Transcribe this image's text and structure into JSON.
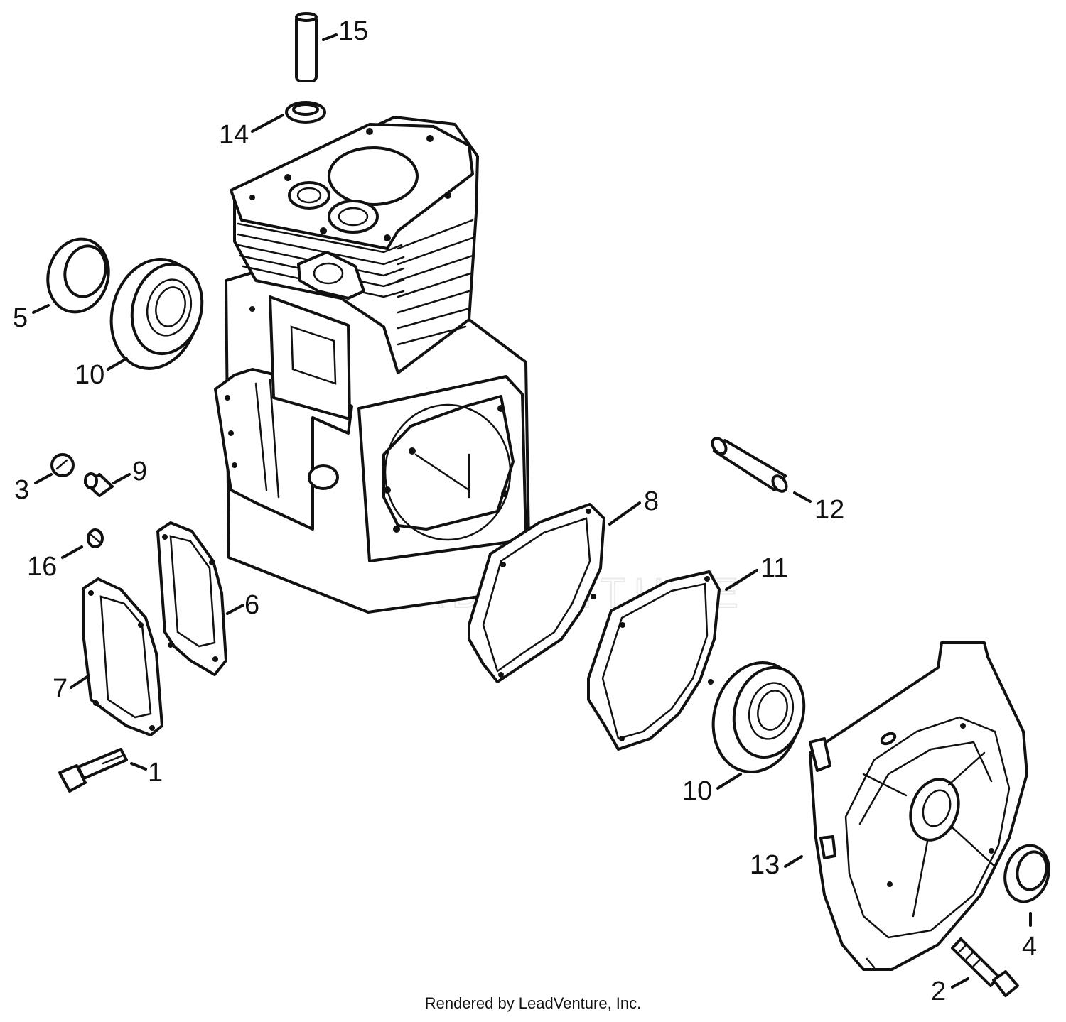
{
  "callouts": [
    {
      "id": "c1",
      "label": "1"
    },
    {
      "id": "c2",
      "label": "2"
    },
    {
      "id": "c3",
      "label": "3"
    },
    {
      "id": "c4",
      "label": "4"
    },
    {
      "id": "c5",
      "label": "5"
    },
    {
      "id": "c6",
      "label": "6"
    },
    {
      "id": "c7",
      "label": "7"
    },
    {
      "id": "c8",
      "label": "8"
    },
    {
      "id": "c9",
      "label": "9"
    },
    {
      "id": "c10a",
      "label": "10"
    },
    {
      "id": "c10b",
      "label": "10"
    },
    {
      "id": "c11",
      "label": "11"
    },
    {
      "id": "c12",
      "label": "12"
    },
    {
      "id": "c13",
      "label": "13"
    },
    {
      "id": "c14",
      "label": "14"
    },
    {
      "id": "c15",
      "label": "15"
    },
    {
      "id": "c16",
      "label": "16"
    }
  ],
  "watermark": "LEADVENTURE",
  "footer": "Rendered by LeadVenture, Inc."
}
